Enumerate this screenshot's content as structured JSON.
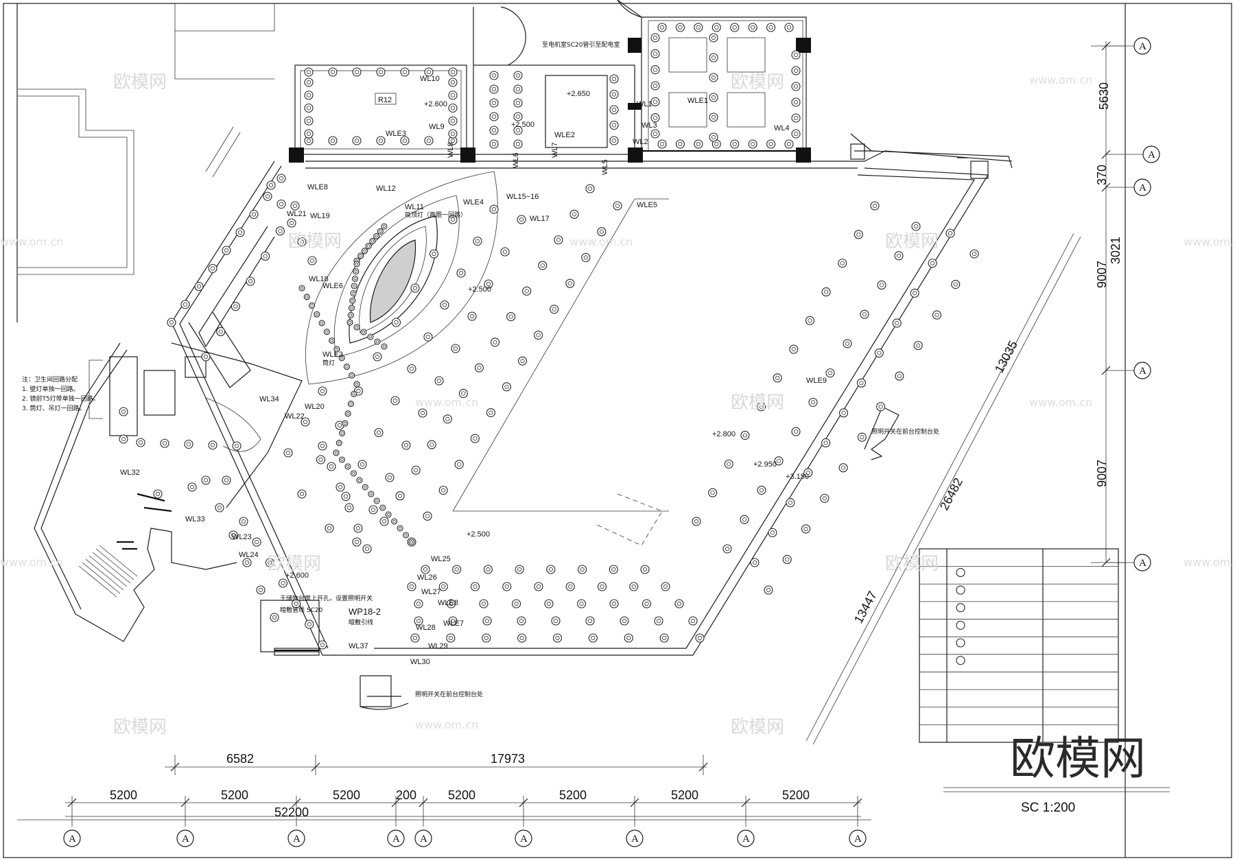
{
  "drawing": {
    "scale_label": "SC 1:200",
    "brand_mark": "欧模网",
    "watermarks": [
      {
        "text": "欧模网"
      },
      {
        "text": "www.om.cn"
      }
    ],
    "room_label": "R12",
    "notes": [
      "注：卫生间回路分配",
      "1. 壁灯单独一回路。",
      "2. 镜前T5灯带单独一回路。",
      "3. 筒灯、吊灯一回路。"
    ],
    "annotations": {
      "feed_top": "至电机室SC20管引至配电室",
      "pendant": "吸顶灯（两圈一回路）",
      "downlight": "筒灯",
      "panel_right": "照明开关在前台控制台处",
      "panel_bottom": "照明开关在前台控制台处",
      "note_bottom1": "于储物台面上开孔，设置照明开关",
      "note_bottom2": "暗敷管线 SC20",
      "note_bottom3": "暗敷引线"
    },
    "circuits": {
      "wl10": "WL10",
      "wl9": "WL9",
      "wle3": "WLE3",
      "wle8": "WLE8",
      "wl12": "WL12",
      "wle4": "WLE4",
      "wl11": "WL11",
      "wl15_16": "WL15~16",
      "wl17": "WL17",
      "wle5": "WLE5",
      "wl21": "WL21",
      "wl19": "WL19",
      "wl18": "WL18",
      "wle6": "WLE6",
      "wle1": "WLE1",
      "wle2": "WLE2",
      "wl1": "WL1",
      "wl2": "WL2",
      "wl3": "WL3",
      "wl4": "WL4",
      "wl5": "WL5",
      "wl6": "WL6",
      "wl7": "WL7",
      "wl8": "WL8",
      "wle3b": "WLE3",
      "wl34": "WL34",
      "wl22": "WL22",
      "wl20": "WL20",
      "wl32": "WL32",
      "wl33": "WL33",
      "wl23": "WL23",
      "wl24": "WL24",
      "wl25": "WL25",
      "wl26": "WL26",
      "wl27": "WL27",
      "wle8b": "WLE8",
      "wle7": "WLE7",
      "wl28": "WL28",
      "wl29": "WL29",
      "wl30": "WL30",
      "wl37": "WL37",
      "wp18_2": "WP18-2",
      "wle9": "WLE9"
    },
    "levels": {
      "l1": "+2.600",
      "l2": "+2.650",
      "l3": "+2.500",
      "l4": "+2.500",
      "l5": "+2.500",
      "l6": "+2.800",
      "l7": "+2.950",
      "l8": "+3.150",
      "l9": "+2.600"
    },
    "dims": {
      "bottom_upper": [
        "6582",
        "17973"
      ],
      "bottom_lower": [
        "5200",
        "5200",
        "5200",
        "200",
        "5200",
        "5200",
        "5200",
        "5200"
      ],
      "bottom_total": "52200",
      "right_side": [
        "5630",
        "370",
        "3021",
        "9007",
        "9007"
      ],
      "diag_long": "26482",
      "diag_a": "13035",
      "diag_b": "13447"
    },
    "axis_labels": {
      "bottom": [
        "A",
        "A",
        "A",
        "A",
        "A",
        "A",
        "A",
        "A",
        "A"
      ],
      "right": [
        "A",
        "A",
        "A",
        "A",
        "A"
      ]
    },
    "legend": {
      "rows": 10
    }
  }
}
